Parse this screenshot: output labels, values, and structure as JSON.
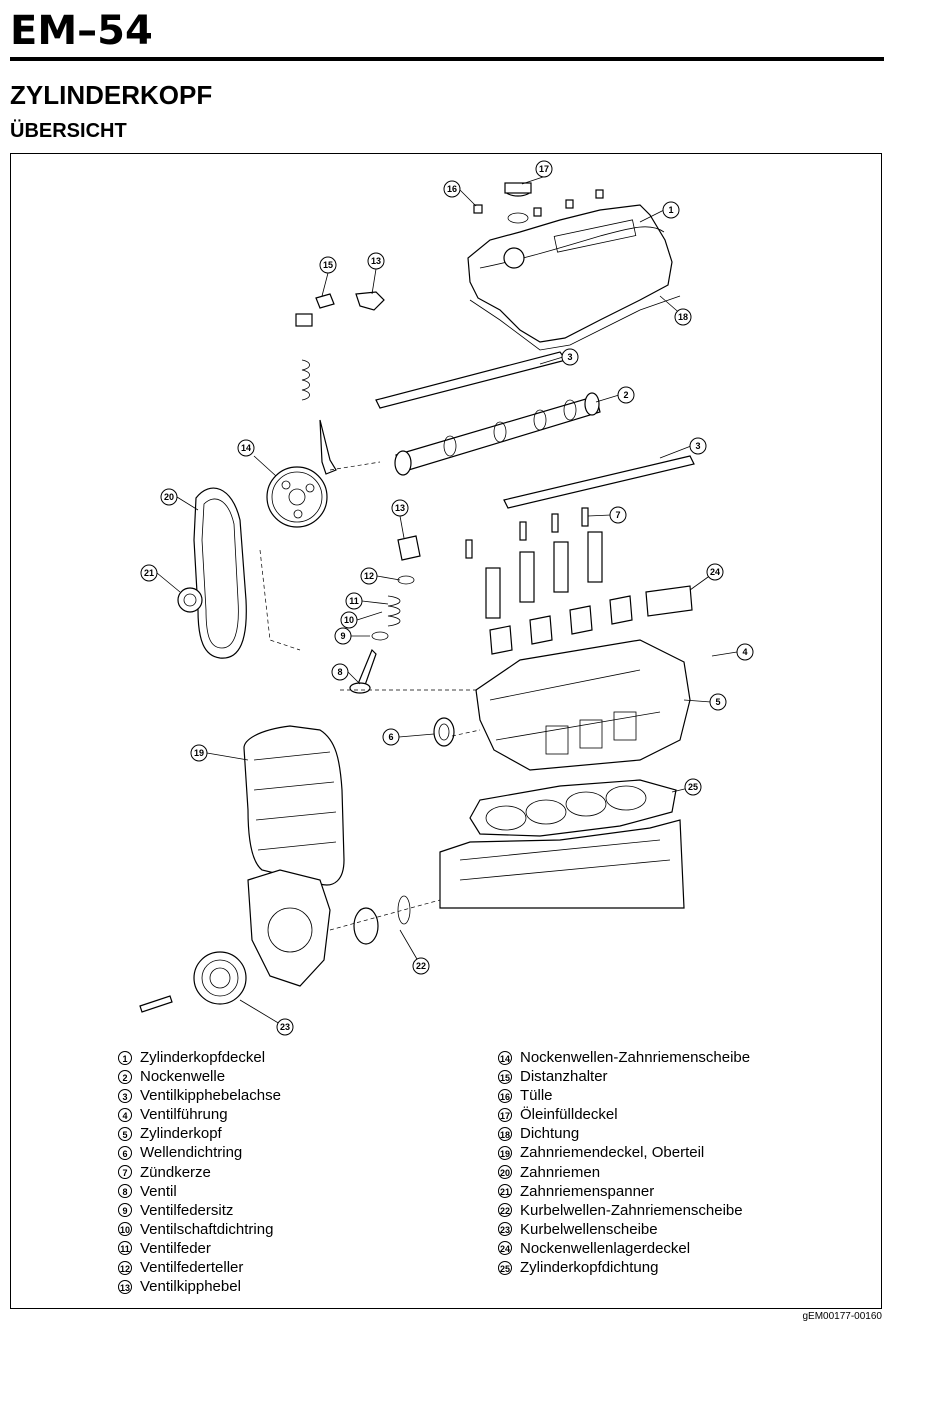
{
  "header": {
    "page_code": "EM–54",
    "title": "ZYLINDERKOPF",
    "subtitle": "ÜBERSICHT"
  },
  "figure": {
    "code": "gEM00177-00160",
    "callouts": [
      "1",
      "2",
      "3",
      "3",
      "4",
      "5",
      "6",
      "7",
      "8",
      "9",
      "10",
      "11",
      "12",
      "13",
      "13",
      "14",
      "15",
      "16",
      "17",
      "18",
      "19",
      "20",
      "21",
      "22",
      "23",
      "24",
      "25"
    ]
  },
  "legend": {
    "left": [
      {
        "num": "1",
        "label": "Zylinderkopfdeckel"
      },
      {
        "num": "2",
        "label": "Nockenwelle"
      },
      {
        "num": "3",
        "label": "Ventilkipphebelachse"
      },
      {
        "num": "4",
        "label": "Ventilführung"
      },
      {
        "num": "5",
        "label": "Zylinderkopf"
      },
      {
        "num": "6",
        "label": "Wellendichtring"
      },
      {
        "num": "7",
        "label": "Zündkerze"
      },
      {
        "num": "8",
        "label": "Ventil"
      },
      {
        "num": "9",
        "label": "Ventilfedersitz"
      },
      {
        "num": "10",
        "label": "Ventilschaftdichtring"
      },
      {
        "num": "11",
        "label": "Ventilfeder"
      },
      {
        "num": "12",
        "label": "Ventilfederteller"
      },
      {
        "num": "13",
        "label": "Ventilkipphebel"
      }
    ],
    "right": [
      {
        "num": "14",
        "label": "Nockenwellen-Zahnriemenscheibe"
      },
      {
        "num": "15",
        "label": "Distanzhalter"
      },
      {
        "num": "16",
        "label": "Tülle"
      },
      {
        "num": "17",
        "label": "Öleinfülldeckel"
      },
      {
        "num": "18",
        "label": "Dichtung"
      },
      {
        "num": "19",
        "label": "Zahnriemendeckel, Oberteil"
      },
      {
        "num": "20",
        "label": "Zahnriemen"
      },
      {
        "num": "21",
        "label": "Zahnriemenspanner"
      },
      {
        "num": "22",
        "label": "Kurbelwellen-Zahnriemenscheibe"
      },
      {
        "num": "23",
        "label": "Kurbelwellenscheibe"
      },
      {
        "num": "24",
        "label": "Nockenwellenlagerdeckel"
      },
      {
        "num": "25",
        "label": "Zylinderkopfdichtung"
      }
    ]
  }
}
